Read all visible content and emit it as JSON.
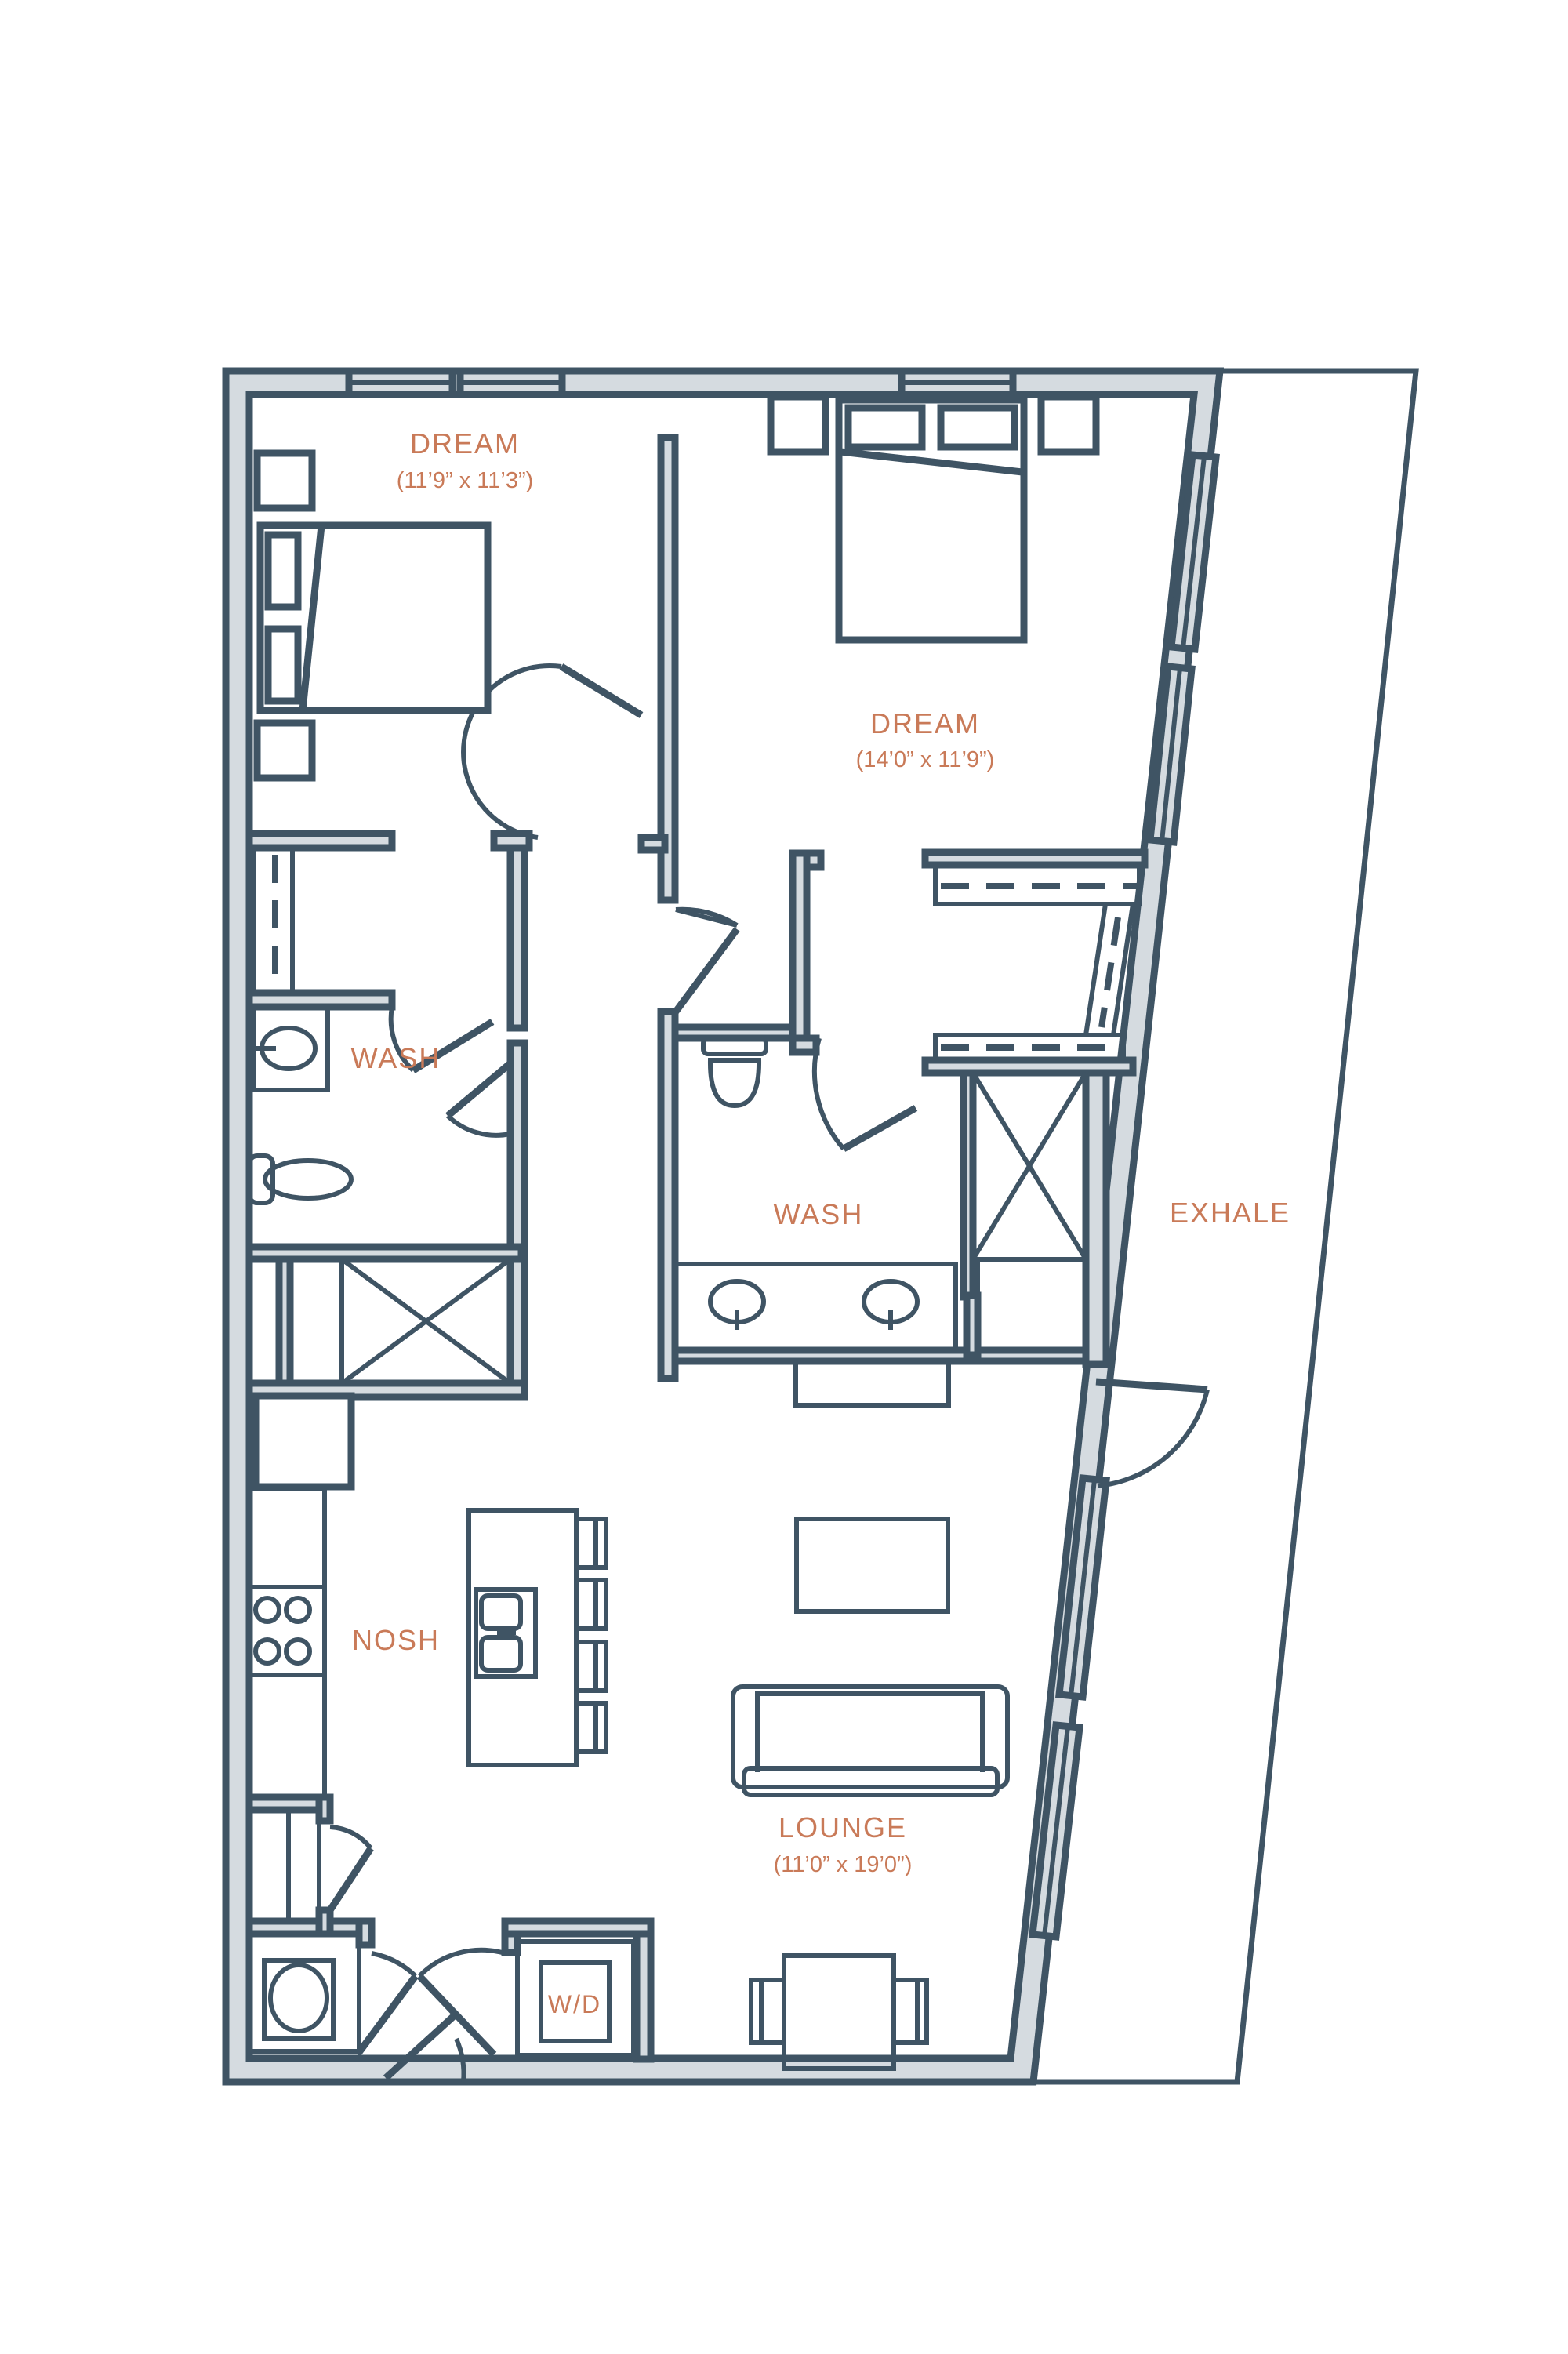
{
  "floorplan": {
    "colors": {
      "wall_stroke": "#3f5464",
      "wall_fill": "#d5dbe0",
      "label": "#c97a58",
      "background": "#ffffff"
    },
    "rooms": {
      "bedroom_1": {
        "name": "DREAM",
        "dimensions": "(11’9” x 11’3”)"
      },
      "bedroom_2": {
        "name": "DREAM",
        "dimensions": "(14’0” x 11’9”)"
      },
      "bath_1": {
        "name": "WASH"
      },
      "bath_2": {
        "name": "WASH"
      },
      "kitchen": {
        "name": "NOSH"
      },
      "living": {
        "name": "LOUNGE",
        "dimensions": "(11’0” x 19’0”)"
      },
      "balcony": {
        "name": "EXHALE"
      },
      "laundry": {
        "name": "W/D"
      }
    }
  }
}
